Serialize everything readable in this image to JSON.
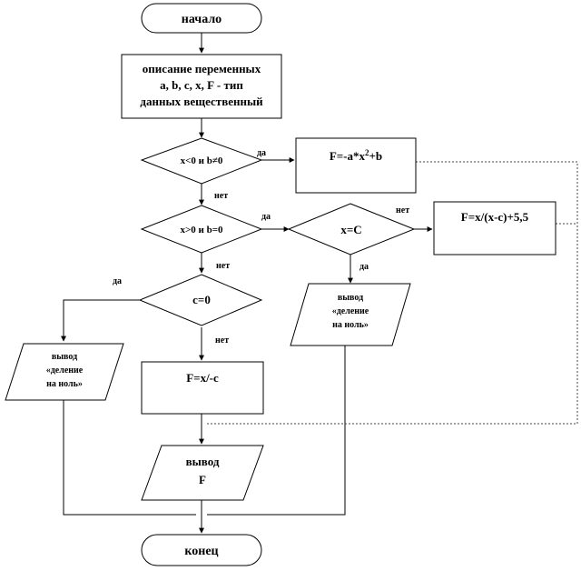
{
  "flowchart": {
    "start": "начало",
    "declare": [
      "описание переменных",
      "a, b, c, x, F - тип",
      "данных вещественный"
    ],
    "cond1": "x<0 и b≠0",
    "proc1": {
      "base": "F=-a*x",
      "sup": "2",
      "tail": "+b"
    },
    "cond2": "x>0 и b=0",
    "cond3": "x=C",
    "proc2": "F=x/(x-c)+5,5",
    "output_mid": [
      "вывод",
      "«деление",
      "на ноль»"
    ],
    "cond4": "c=0",
    "output_left": [
      "вывод",
      "«деление",
      "на ноль»"
    ],
    "proc3": "F=x/-c",
    "output_f": [
      "вывод",
      "F"
    ],
    "end": "конец",
    "yes": "да",
    "no": "нет"
  }
}
